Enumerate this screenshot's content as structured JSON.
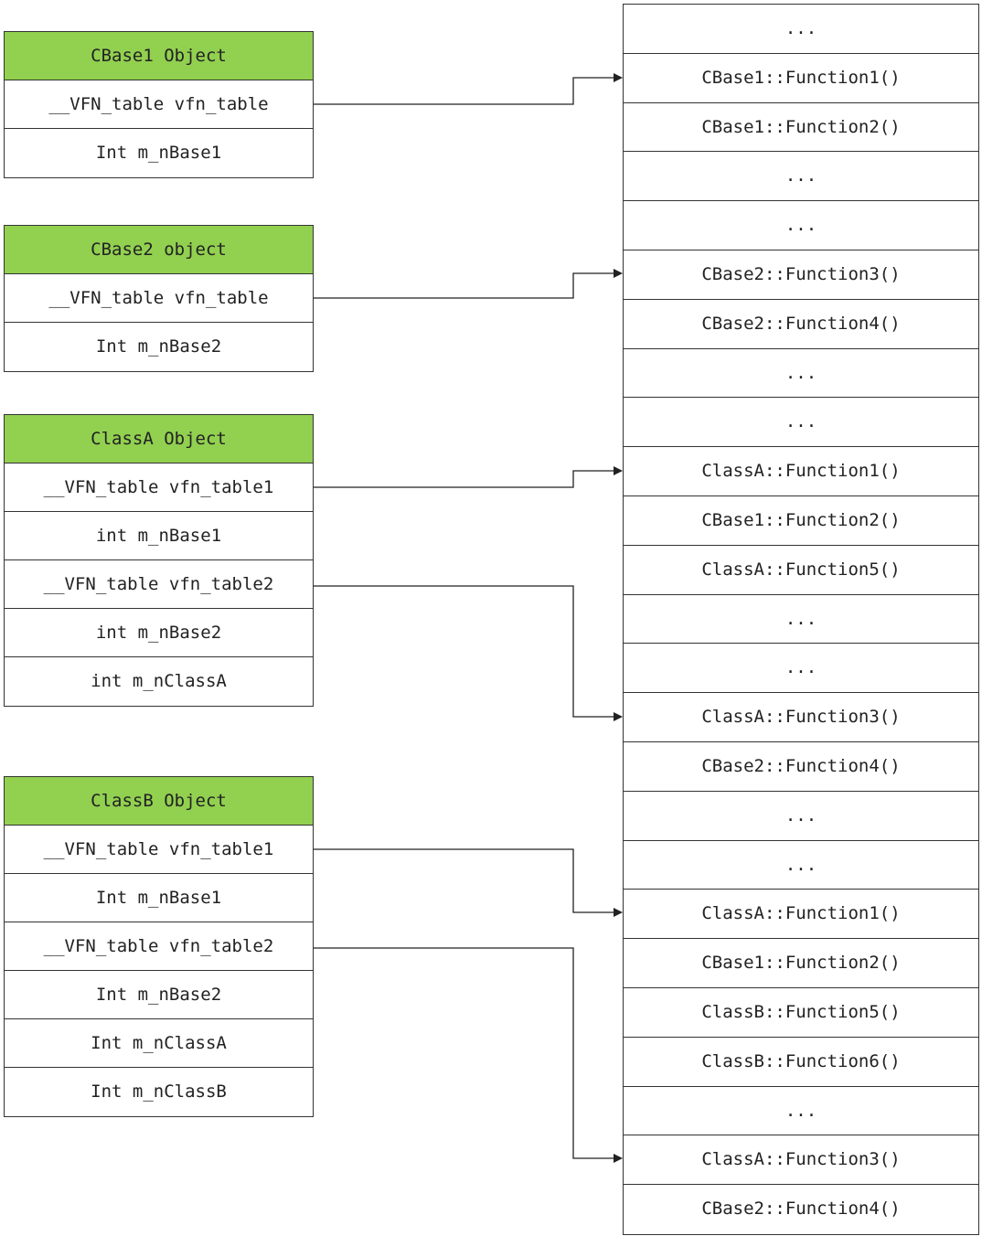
{
  "objects": [
    {
      "header": "CBase1 Object",
      "rows": [
        "__VFN_table vfn_table",
        "Int m_nBase1"
      ]
    },
    {
      "header": "CBase2 object",
      "rows": [
        "__VFN_table vfn_table",
        "Int m_nBase2"
      ]
    },
    {
      "header": "ClassA Object",
      "rows": [
        "__VFN_table vfn_table1",
        "int m_nBase1",
        "__VFN_table vfn_table2",
        "int m_nBase2",
        "int m_nClassA"
      ]
    },
    {
      "header": "ClassB Object",
      "rows": [
        "__VFN_table vfn_table1",
        "Int m_nBase1",
        "__VFN_table vfn_table2",
        "Int m_nBase2",
        "Int m_nClassA",
        "Int m_nClassB"
      ]
    }
  ],
  "vtable": [
    "...",
    "CBase1::Function1()",
    "CBase1::Function2()",
    "...",
    "...",
    "CBase2::Function3()",
    "CBase2::Function4()",
    "...",
    "...",
    "ClassA::Function1()",
    "CBase1::Function2()",
    "ClassA::Function5()",
    "...",
    "...",
    "ClassA::Function3()",
    "CBase2::Function4()",
    "...",
    "...",
    "ClassA::Function1()",
    "CBase1::Function2()",
    "ClassB::Function5()",
    "ClassB::Function6()",
    "...",
    "ClassA::Function3()",
    "CBase2::Function4()"
  ],
  "colors": {
    "header_fill": "#92d050",
    "border": "#333333",
    "connector": "#222222"
  }
}
